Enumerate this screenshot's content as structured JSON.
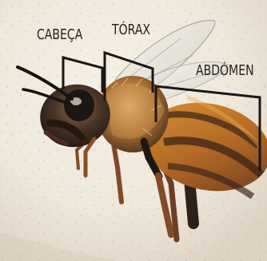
{
  "labels": {
    "head": "CABEÇA",
    "thorax": "TÓRAX",
    "abdomen": "ABDÓMEN"
  },
  "colors": {
    "paper": "#ece5d7",
    "ink": "#26221d",
    "bee_amber": "#c7832d",
    "bee_dark": "#2b2119",
    "wing": "#d8d7cf"
  }
}
